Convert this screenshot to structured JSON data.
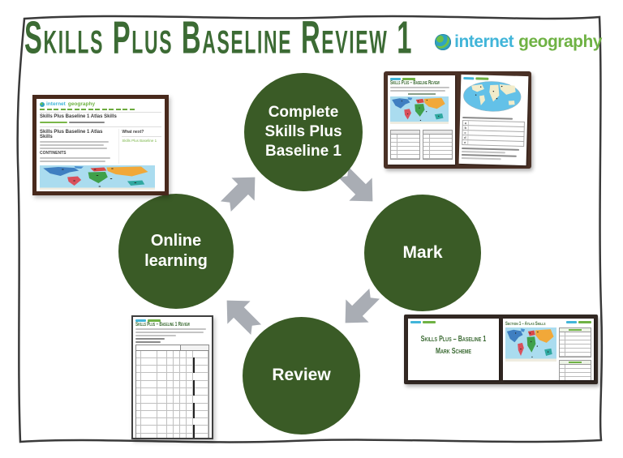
{
  "header": {
    "title": "Skills Plus Baseline Review 1",
    "logo": {
      "word1": "internet",
      "word2": "geography"
    }
  },
  "cycle": {
    "steps": [
      {
        "label": "Complete Skills Plus Baseline 1"
      },
      {
        "label": "Mark"
      },
      {
        "label": "Review"
      },
      {
        "label": "Online learning"
      }
    ]
  },
  "colors": {
    "circle_green": "#3a5b26",
    "title_green": "#3c6b34",
    "arrow_gray": "#a9adb4",
    "logo_teal": "#41b5d9",
    "logo_green": "#6fb244",
    "worksheet_frame_brown": "#4a3126",
    "markscheme_frame_dark": "#322823",
    "map_ocean": "#aadcef"
  },
  "thumbnails": {
    "webpage": {
      "logo_word1": "internet",
      "logo_word2": "geography",
      "page_heading": "Skills Plus Baseline 1 Atlas Skills",
      "article_heading": "Skills Plus Baseline 1 Atlas Skills",
      "section_heading": "CONTINENTS",
      "sidebar_heading": "What next?",
      "sidebar_link": "Skills Plus Baseline 1"
    },
    "baseline_worksheet": {
      "title": "Skills Plus – Baseline Review"
    },
    "review_sheet": {
      "title": "Skills Plus – Baseline 1 Review"
    },
    "mark_scheme": {
      "line1": "Skills Plus – Baseline 1",
      "line2": "Mark Scheme",
      "slide2_title": "Section 1 – Atlas Skills"
    }
  }
}
